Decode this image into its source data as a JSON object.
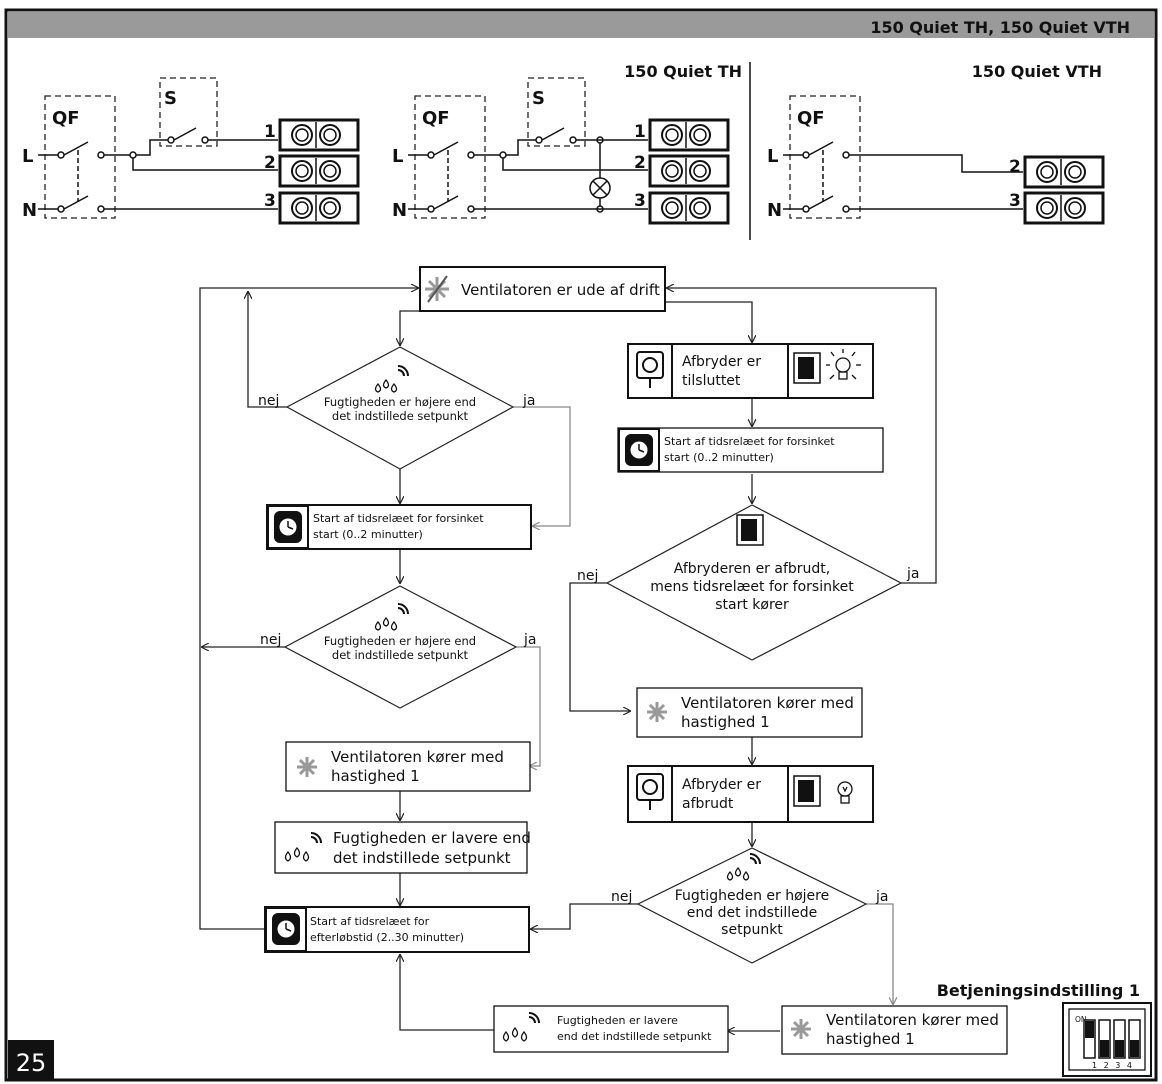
{
  "header": {
    "models": "150 Quiet TH, 150 Quiet VTH"
  },
  "page_number": "25",
  "wiring": {
    "th_title": "150 Quiet TH",
    "vth_title": "150 Quiet VTH",
    "qf": "QF",
    "s": "S",
    "l": "L",
    "n": "N",
    "t1": "1",
    "t2": "2",
    "t3": "3"
  },
  "flow": {
    "off": "Ventilatoren er ude af drift",
    "h1_l1": "Fugtigheden er højere end",
    "h1_l2": "det indstillede setpunkt",
    "delay1_l1": "Start af tidsrelæet for forsinket",
    "delay1_l2": "start (0..2 minutter)",
    "h2_l1": "Fugtigheden er højere end",
    "h2_l2": "det indstillede setpunkt",
    "run1_l1": "Ventilatoren kører med",
    "run1_l2": "hastighed 1",
    "low1_l1": "Fugtigheden er lavere end",
    "low1_l2": "det indstillede setpunkt",
    "after_l1": "Start af tidsrelæet for",
    "after_l2": "efterløbstid (2..30 minutter)",
    "sw_on_l1": "Afbryder er",
    "sw_on_l2": "tilsluttet",
    "delay2_l1": "Start af tidsrelæet for forsinket",
    "delay2_l2": "start (0..2 minutter)",
    "d3_l1": "Afbryderen er afbrudt,",
    "d3_l2": "mens tidsrelæet for forsinket",
    "d3_l3": "start kører",
    "run2_l1": "Ventilatoren kører med",
    "run2_l2": "hastighed 1",
    "sw_off_l1": "Afbryder er",
    "sw_off_l2": "afbrudt",
    "h4_l1": "Fugtigheden er højere",
    "h4_l2": "end det indstillede",
    "h4_l3": "setpunkt",
    "run3_l1": "Ventilatoren kører med",
    "run3_l2": "hastighed 1",
    "low2_l1": "Fugtigheden er lavere",
    "low2_l2": "end det indstillede setpunkt",
    "nej": "nej",
    "ja": "ja"
  },
  "mode": {
    "title": "Betjeningsindstilling 1",
    "dip_on": "ON",
    "dip_numbers": "1 2 3 4"
  }
}
